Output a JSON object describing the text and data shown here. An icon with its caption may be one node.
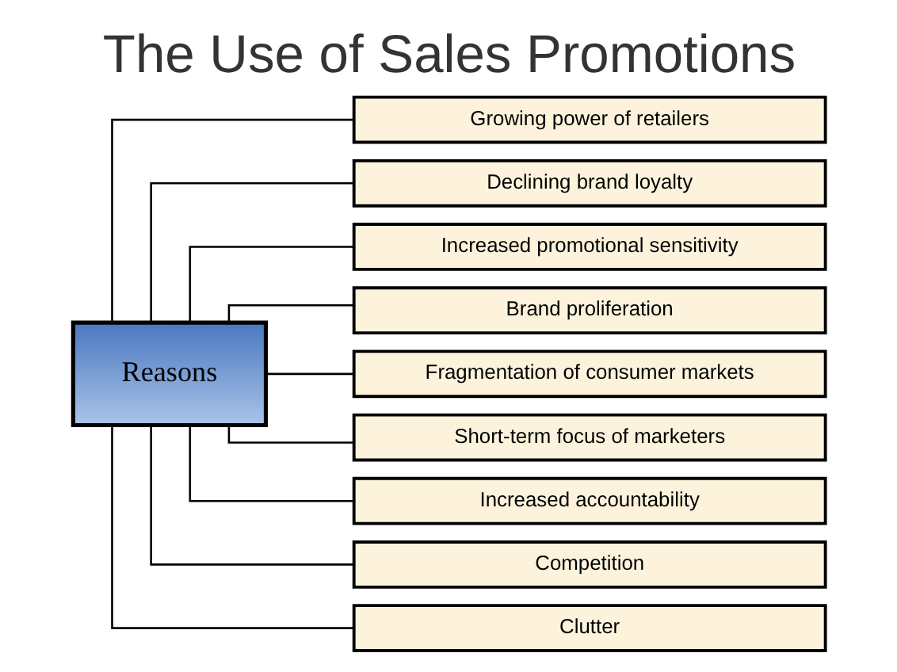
{
  "diagram": {
    "title": "The Use of Sales Promotions",
    "nodes": [
      {
        "text": [
          "Reasons"
        ]
      },
      {
        "text": [
          "Growing power of retailers"
        ]
      },
      {
        "text": [
          "Declining brand loyalty"
        ]
      },
      {
        "text": [
          "Increased promotional sensitivity"
        ]
      },
      {
        "text": [
          "Brand proliferation"
        ]
      },
      {
        "text": [
          "Fragmentation of consumer markets"
        ]
      },
      {
        "text": [
          "Short-term focus of marketers"
        ]
      },
      {
        "text": [
          "Increased accountability"
        ]
      },
      {
        "text": [
          "Competition"
        ]
      },
      {
        "text": [
          "Clutter"
        ]
      }
    ],
    "edges": [
      {
        "from": 0,
        "to": 1,
        "arrow": "none"
      },
      {
        "from": 0,
        "to": 2,
        "arrow": "none"
      },
      {
        "from": 0,
        "to": 3,
        "arrow": "none"
      },
      {
        "from": 0,
        "to": 4,
        "arrow": "none"
      },
      {
        "from": 0,
        "to": 5,
        "arrow": "none"
      },
      {
        "from": 0,
        "to": 6,
        "arrow": "none"
      },
      {
        "from": 0,
        "to": 7,
        "arrow": "none"
      },
      {
        "from": 0,
        "to": 8,
        "arrow": "none"
      },
      {
        "from": 0,
        "to": 9,
        "arrow": "none"
      }
    ]
  }
}
